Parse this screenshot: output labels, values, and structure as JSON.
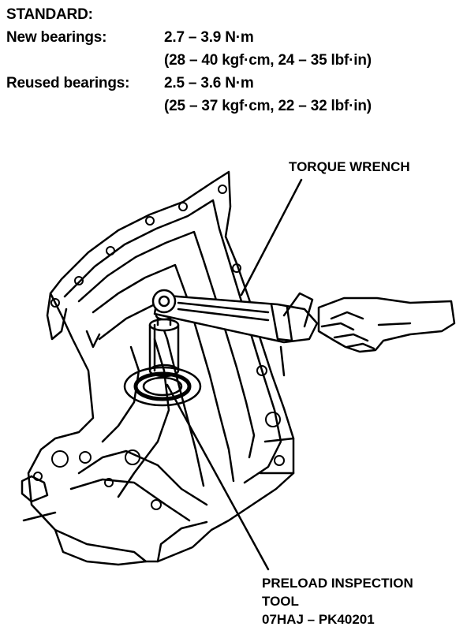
{
  "spec": {
    "heading": "STANDARD:",
    "new_label": "New bearings:",
    "new_value": "2.7 – 3.9 N·m",
    "new_alt": "(28 – 40 kgf·cm, 24 – 35 lbf·in)",
    "reused_label": "Reused bearings:",
    "reused_value": "2.5 – 3.6 N·m",
    "reused_alt": "(25 – 37 kgf·cm, 22 – 32 lbf·in)"
  },
  "callouts": {
    "torque_wrench": "TORQUE WRENCH",
    "tool_line1": "PRELOAD INSPECTION",
    "tool_line2": "TOOL",
    "tool_part": "07HAJ – PK40201"
  },
  "colors": {
    "ink": "#000000",
    "paper": "#ffffff"
  }
}
